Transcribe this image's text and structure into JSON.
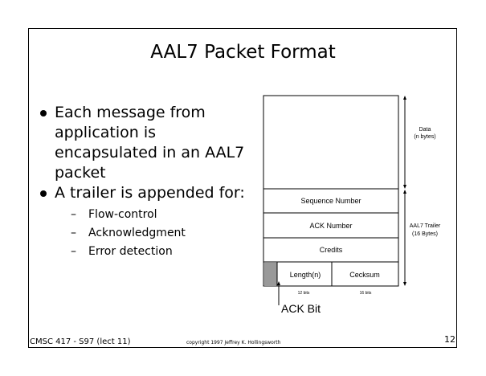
{
  "slide": {
    "title": "AAL7 Packet Format",
    "bullets": [
      {
        "text": "Each message from application is encapsulated in an AAL7 packet",
        "lines": [
          "Each message from",
          "application is",
          "encapsulated in an AAL7",
          "packet"
        ],
        "sub_items": []
      },
      {
        "text": "A trailer is appended for:",
        "lines": [
          "A trailer is appended for:"
        ],
        "sub_items": [
          "Flow-control",
          "Acknowledgment",
          "Error detection"
        ]
      }
    ],
    "footer": {
      "left": "CMSC 417 - S97  (lect 11)",
      "center": "copyright 1997 Jeffrey K. Hollingsworth",
      "page": "12"
    }
  },
  "diagram": {
    "data_label_line1": "Data",
    "data_label_line2": "(n bytes)",
    "fields": [
      "Sequence Number",
      "ACK Number",
      "Credits"
    ],
    "length_field": "Length(n)",
    "checksum_field": "Cecksum",
    "length_bits": "12 bits",
    "checksum_bits": "16 bits",
    "trailer_label_line1": "AAL7 Trailer",
    "trailer_label_line2": "(16 Bytes)",
    "ack_bit_label": "ACK Bit",
    "ack_bit_fill": "#999999"
  }
}
